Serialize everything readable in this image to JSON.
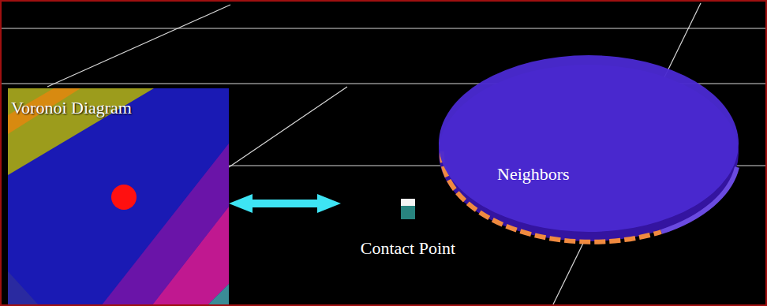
{
  "diagram": {
    "nodes": [
      {
        "text": [
          "Voronoi Diagram"
        ]
      },
      {
        "text": [
          "Contact Point"
        ]
      },
      {
        "text": [
          "Neighbors"
        ]
      }
    ],
    "edges": [
      {
        "from": 0,
        "to": 1,
        "arrow": "both"
      }
    ]
  }
}
